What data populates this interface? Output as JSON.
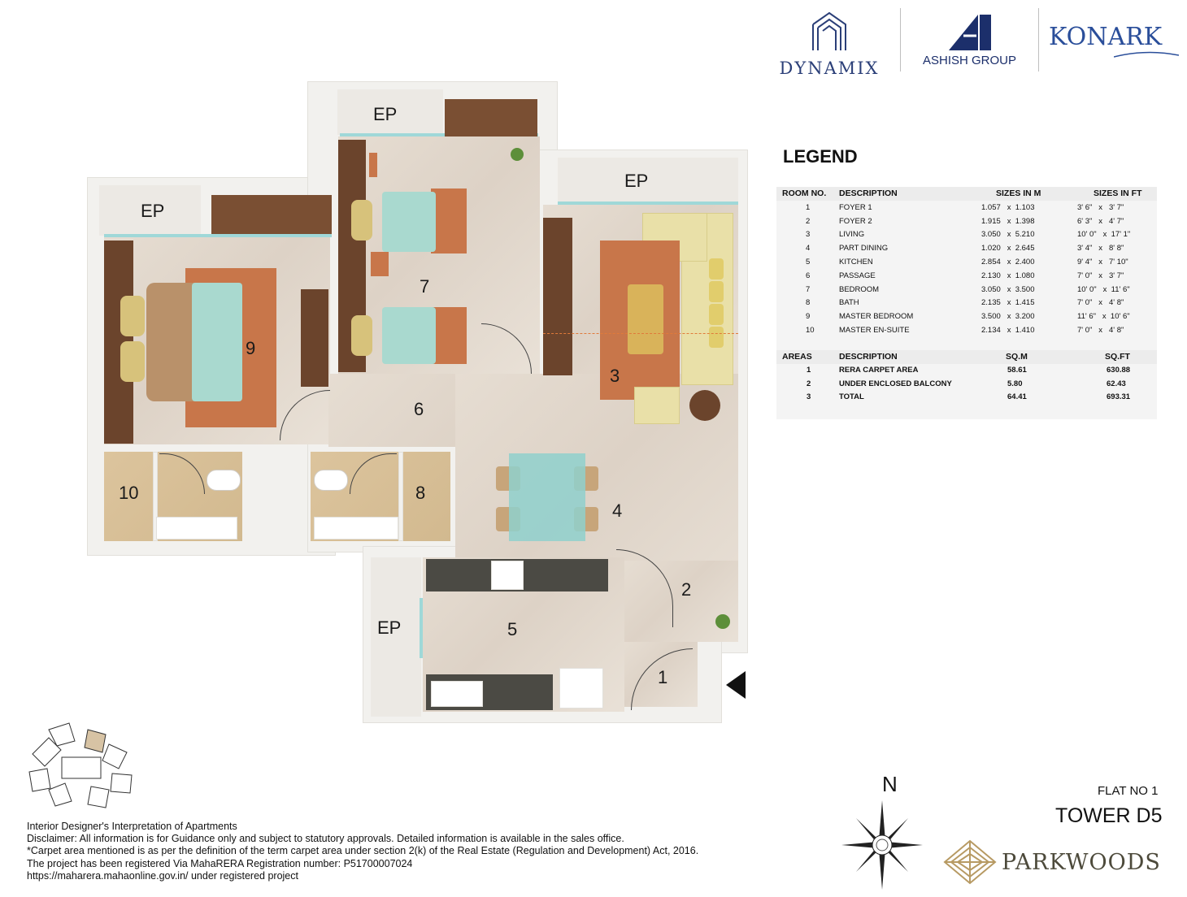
{
  "brands": {
    "dynamix": "DYNAMIX",
    "ashish": "ASHISH GROUP",
    "konark": "KONARK",
    "parkwoods": "PARKWOODS"
  },
  "legend": {
    "title": "LEGEND",
    "room_header": [
      "ROOM NO.",
      "DESCRIPTION",
      "SIZES IN M",
      "SIZES IN FT"
    ],
    "rooms": [
      {
        "no": "1",
        "desc": "FOYER 1",
        "m": "1.057   x  1.103",
        "ft": "3' 6\"   x   3' 7\""
      },
      {
        "no": "2",
        "desc": "FOYER 2",
        "m": "1.915   x  1.398",
        "ft": "6' 3\"   x   4' 7\""
      },
      {
        "no": "3",
        "desc": "LIVING",
        "m": "3.050   x  5.210",
        "ft": "10' 0\"   x  17' 1\""
      },
      {
        "no": "4",
        "desc": "PART DINING",
        "m": "1.020   x  2.645",
        "ft": "3' 4\"   x   8' 8\""
      },
      {
        "no": "5",
        "desc": "KITCHEN",
        "m": "2.854   x  2.400",
        "ft": "9' 4\"   x   7' 10\""
      },
      {
        "no": "6",
        "desc": "PASSAGE",
        "m": "2.130   x  1.080",
        "ft": "7' 0\"   x   3' 7\""
      },
      {
        "no": "7",
        "desc": "BEDROOM",
        "m": "3.050   x  3.500",
        "ft": "10' 0\"   x  11' 6\""
      },
      {
        "no": "8",
        "desc": "BATH",
        "m": "2.135   x  1.415",
        "ft": "7' 0\"   x   4' 8\""
      },
      {
        "no": "9",
        "desc": "MASTER BEDROOM",
        "m": "3.500   x  3.200",
        "ft": "11' 6\"   x  10' 6\""
      },
      {
        "no": "10",
        "desc": "MASTER EN-SUITE",
        "m": "2.134   x  1.410",
        "ft": "7' 0\"   x   4' 8\""
      }
    ],
    "area_header": [
      "AREAS",
      "DESCRIPTION",
      "SQ.M",
      "SQ.FT"
    ],
    "areas": [
      {
        "no": "1",
        "desc": "RERA CARPET AREA",
        "sqm": "58.61",
        "sqft": "630.88"
      },
      {
        "no": "2",
        "desc": "UNDER ENCLOSED BALCONY",
        "sqm": "5.80",
        "sqft": "62.43"
      },
      {
        "no": "3",
        "desc": "TOTAL",
        "sqm": "64.41",
        "sqft": "693.31"
      }
    ]
  },
  "plan": {
    "ep_label": "EP",
    "rooms": [
      "1",
      "2",
      "3",
      "4",
      "5",
      "6",
      "7",
      "8",
      "9",
      "10"
    ]
  },
  "north": "N",
  "flat": {
    "flat_no": "FLAT NO 1",
    "tower": "TOWER D5"
  },
  "disclaimer": [
    "Interior Designer's Interpretation of Apartments",
    "Disclaimer: All information is for Guidance only and subject to statutory approvals. Detailed information is available in the sales office.",
    "*Carpet area mentioned is as per the definition of the term carpet area under section 2(k) of the Real Estate (Regulation and Development) Act, 2016.",
    "The project has been registered Via MahaRERA Registration number:  P51700007024",
    "https://maharera.mahaonline.gov.in/ under registered project"
  ],
  "colors": {
    "brand_blue": "#2b3f78",
    "rug": "#c8764a",
    "bed_sheet": "#a9d9cf",
    "glass": "#9fd8d8",
    "wood": "#7a4f33"
  }
}
